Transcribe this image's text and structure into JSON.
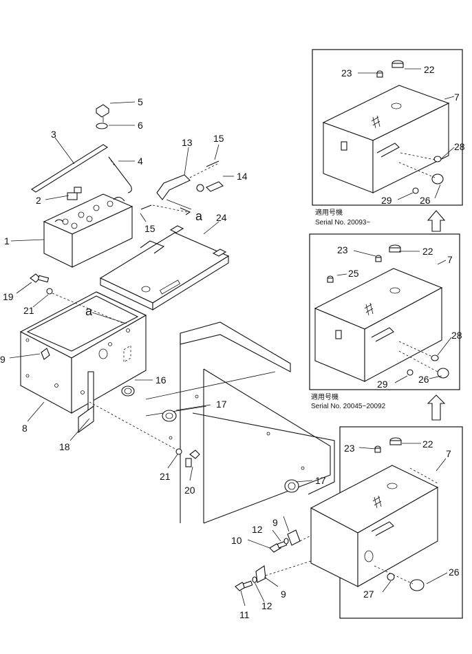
{
  "labels": {
    "p1": "1",
    "p2": "2",
    "p3": "3",
    "p4": "4",
    "p5": "5",
    "p6": "6",
    "p7a": "7",
    "p7b": "7",
    "p7c": "7",
    "p8": "8",
    "p9a": "9",
    "p9b": "9",
    "p9c": "9",
    "p10": "10",
    "p11": "11",
    "p12a": "12",
    "p12b": "12",
    "p13": "13",
    "p14": "14",
    "p15a": "15",
    "p15b": "15",
    "p16": "16",
    "p17a": "17",
    "p17b": "17",
    "p18": "18",
    "p19": "19",
    "p20": "20",
    "p21a": "21",
    "p21b": "21",
    "p22a": "22",
    "p22b": "22",
    "p22c": "22",
    "p23a": "23",
    "p23b": "23",
    "p23c": "23",
    "p24": "24",
    "p25": "25",
    "p26a": "26",
    "p26b": "26",
    "p26c": "26",
    "p27": "27",
    "p28a": "28",
    "p28b": "28",
    "p29a": "29",
    "p29b": "29",
    "ref_a1": "a",
    "ref_a2": "a"
  },
  "notes": {
    "applicable1": "適用号機",
    "serial1": "Serial No. 20093~",
    "applicable2": "適用号機",
    "serial2": "Serial No. 20045~20092"
  }
}
